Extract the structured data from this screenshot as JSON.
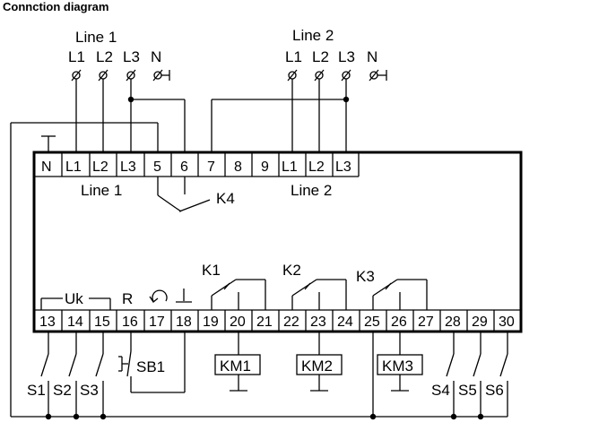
{
  "title": "Connction diagram",
  "supply": {
    "line1": {
      "label": "Line 1",
      "phases": [
        "L1",
        "L2",
        "L3",
        "N"
      ]
    },
    "line2": {
      "label": "Line 2",
      "phases": [
        "L1",
        "L2",
        "L3",
        "N"
      ]
    }
  },
  "top_terminals": [
    "N",
    "L1",
    "L2",
    "L3",
    "5",
    "6",
    "7",
    "8",
    "9",
    "L1",
    "L2",
    "L3"
  ],
  "device": {
    "line1_label": "Line 1",
    "line2_label": "Line 2",
    "k4_label": "K4",
    "k1_label": "K1",
    "k2_label": "K2",
    "k3_label": "K3",
    "uk_label": "Uk",
    "r_label": "R"
  },
  "bottom_terminals": [
    "13",
    "14",
    "15",
    "16",
    "17",
    "18",
    "19",
    "20",
    "21",
    "22",
    "23",
    "24",
    "25",
    "26",
    "27",
    "28",
    "29",
    "30"
  ],
  "switches": [
    "S1",
    "S2",
    "S3",
    "SB1",
    "S4",
    "S5",
    "S6"
  ],
  "contactors": [
    "KM1",
    "KM2",
    "KM3"
  ]
}
